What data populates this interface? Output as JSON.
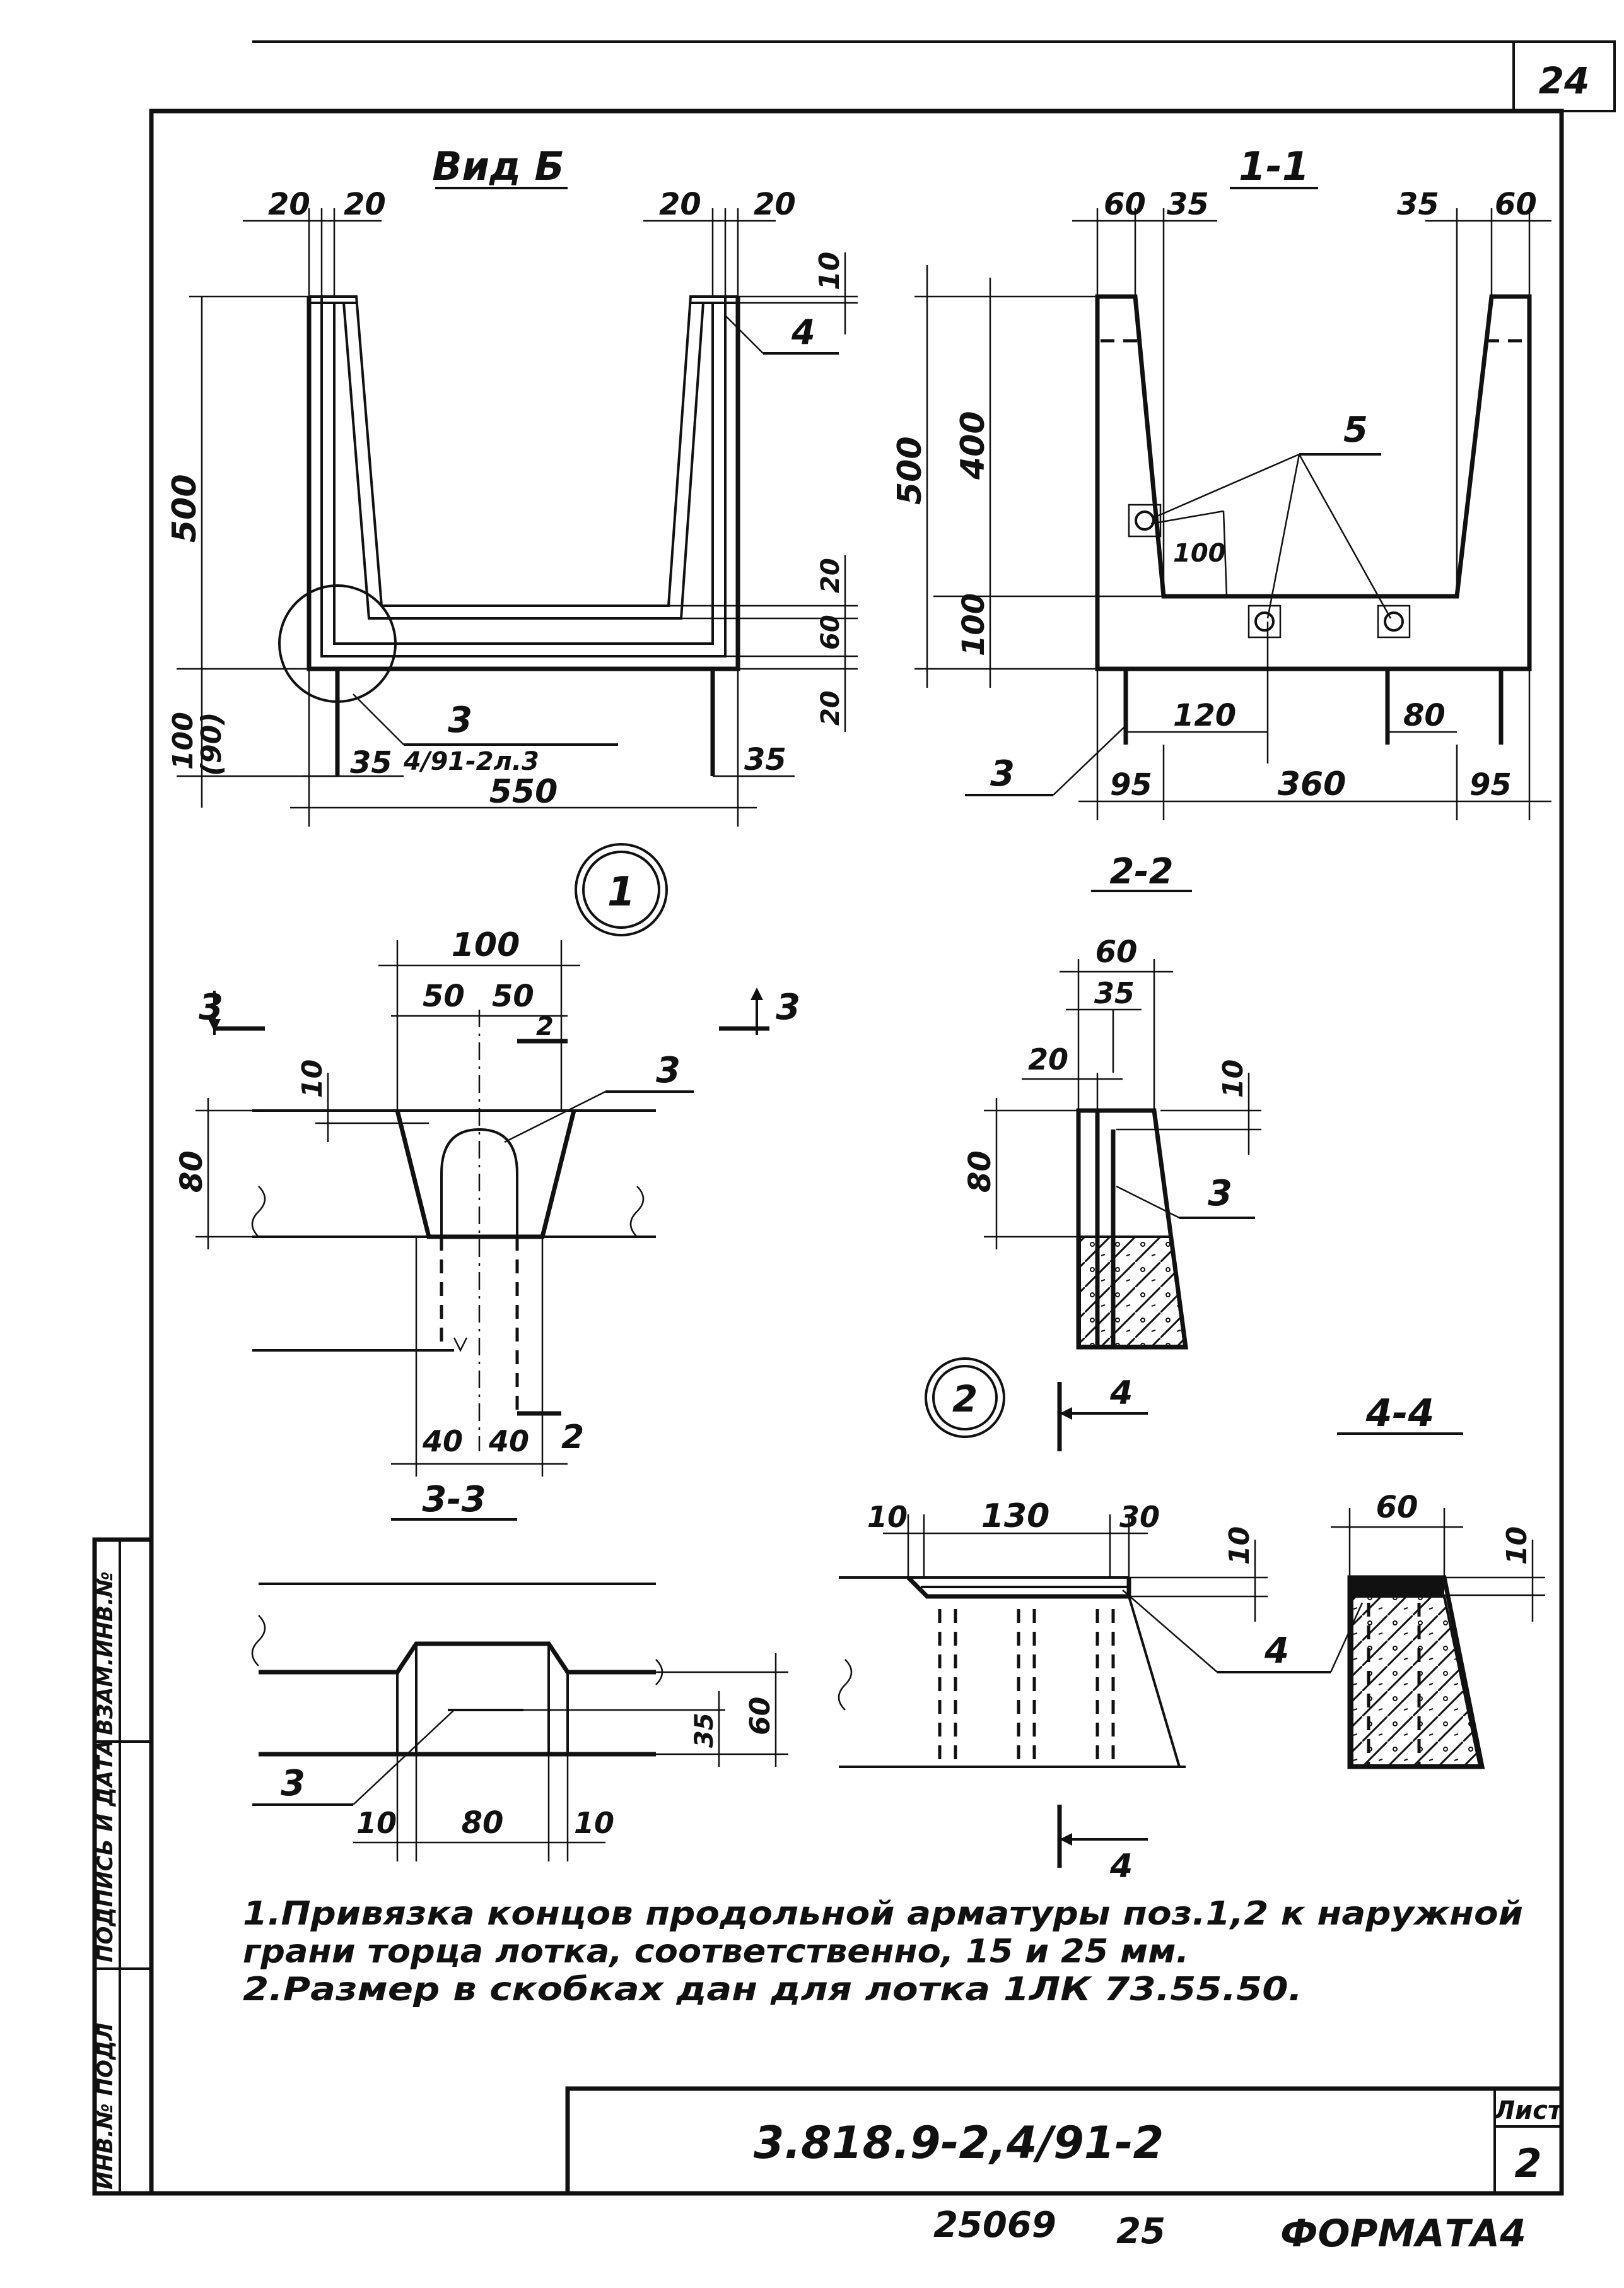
{
  "sheet": {
    "page_number": "24",
    "sheet_label": "Лист",
    "sheet_number": "2",
    "document_code": "3.818.9-2,4/91-2",
    "bottom_code_1": "25069",
    "bottom_code_2": "25",
    "format": "ФОРМАТА4"
  },
  "side_stamp": [
    "ИНВ.№ ПОДЛ",
    "ПОДПИСЬ И ДАТА",
    "ВЗАМ.ИНВ.№"
  ],
  "view_b": {
    "title": "Вид Б",
    "dims_top": [
      "20",
      "20",
      "20",
      "20"
    ],
    "dim_500": "500",
    "dim_100": "100",
    "dim_90": "(90)",
    "dim_10": "10",
    "dims_right": [
      "20",
      "60",
      "20"
    ],
    "dim_35_left": "35",
    "dim_35_right": "35",
    "dim_550": "550",
    "label_3": "3",
    "ref_3": "4/91-2л.3",
    "label_4": "4"
  },
  "section_1_1": {
    "title": "1-1",
    "dims_top": [
      "60",
      "35",
      "35",
      "60"
    ],
    "dim_500": "500",
    "dim_400": "400",
    "dim_100": "100",
    "dim_100_diag": "100",
    "dim_120": "120",
    "dim_80": "80",
    "dims_bottom": [
      "95",
      "360",
      "95"
    ],
    "label_5": "5",
    "label_3": "3"
  },
  "node_1": {
    "title": "1",
    "dim_100": "100",
    "dim_50a": "50",
    "dim_50b": "50",
    "dim_10": "10",
    "dim_80": "80",
    "dim_40a": "40",
    "dim_40b": "40",
    "label_3": "3",
    "cut_3_left": "3",
    "cut_3_right": "3",
    "cut_2_top": "2",
    "cut_2_bottom": "2"
  },
  "section_2_2": {
    "title": "2-2",
    "dim_60": "60",
    "dim_35": "35",
    "dim_20": "20",
    "dim_10": "10",
    "dim_80": "80",
    "label_3": "3"
  },
  "section_3_3": {
    "title": "3-3",
    "dim_10a": "10",
    "dim_80": "80",
    "dim_10b": "10",
    "dim_35": "35",
    "dim_60": "60",
    "label_3": "3"
  },
  "node_2": {
    "title": "2",
    "dim_10": "10",
    "dim_130": "130",
    "dim_30": "30",
    "dim_10_right": "10",
    "label_4": "4",
    "cut_4_top": "4",
    "cut_4_bottom": "4"
  },
  "section_4_4": {
    "title": "4-4",
    "dim_60": "60",
    "dim_10": "10"
  },
  "notes": [
    "1.Привязка концов продольной арматуры поз.1,2 к наружной",
    "грани торца лотка, соответственно, 15 и 25 мм.",
    "2.Размер в скобках дан для лотка 1ЛК 73.55.50."
  ],
  "icons": [
    "rebar-cross-icon",
    "node-circle-icon"
  ]
}
